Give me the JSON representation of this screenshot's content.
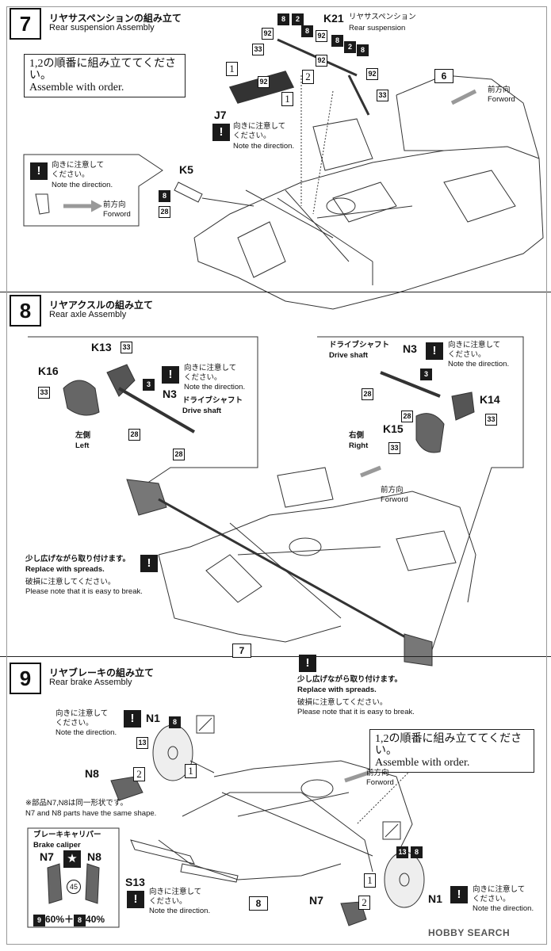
{
  "step7": {
    "number": "7",
    "title_jp": "リヤサスペンションの組み立て",
    "title_en": "Rear suspension Assembly",
    "order_note_jp": "1,2の順番に組み立ててください。",
    "order_note_en": "Assemble with order.",
    "k21_label": "K21",
    "k21_jp": "リヤサスペンション",
    "k21_en": "Rear suspension",
    "j7_label": "J7",
    "k5_label": "K5",
    "direction_jp": "向きに注意して",
    "direction_jp2": "ください。",
    "direction_en": "Note the direction.",
    "forward_jp": "前方向",
    "forward_en": "Forword",
    "ref_step": "6",
    "parts": {
      "p8": "8",
      "p2": "2",
      "p92": "92",
      "p33": "33",
      "p28": "28"
    },
    "order1": "1",
    "order2": "2"
  },
  "step8": {
    "number": "8",
    "title_jp": "リヤアクスルの組み立て",
    "title_en": "Rear axle Assembly",
    "k13_label": "K13",
    "k16_label": "K16",
    "n3_label": "N3",
    "drive_jp": "ドライブシャフト",
    "drive_en": "Drive shaft",
    "left_jp": "左側",
    "left_en": "Left",
    "right_jp": "右側",
    "right_en": "Right",
    "k14_label": "K14",
    "k15_label": "K15",
    "spread_jp": "少し広げながら取り付けます。",
    "spread_en": "Replace with spreads.",
    "break_jp": "破損に注意してください。",
    "break_en": "Please note that it is easy to break.",
    "ref_step": "7",
    "parts": {
      "p33": "33",
      "p3": "3",
      "p28": "28"
    }
  },
  "step9": {
    "number": "9",
    "title_jp": "リヤブレーキの組み立て",
    "title_en": "Rear brake Assembly",
    "n1_label": "N1",
    "n8_label": "N8",
    "n7_label": "N7",
    "s13_label": "S13",
    "same_shape_jp": "※部品N7,N8は同一形状です。",
    "same_shape_en": "N7 and N8 parts have the same shape.",
    "caliper_jp": "ブレーキキャリパー",
    "caliper_en": "Brake caliper",
    "mix_a": "9",
    "mix_a_pct": "60%",
    "mix_plus": "＋",
    "mix_b": "8",
    "mix_b_pct": "40%",
    "decal": "45",
    "ref_step": "8",
    "parts": {
      "p8": "8",
      "p13": "13"
    }
  },
  "watermark": "HOBBY SEARCH"
}
